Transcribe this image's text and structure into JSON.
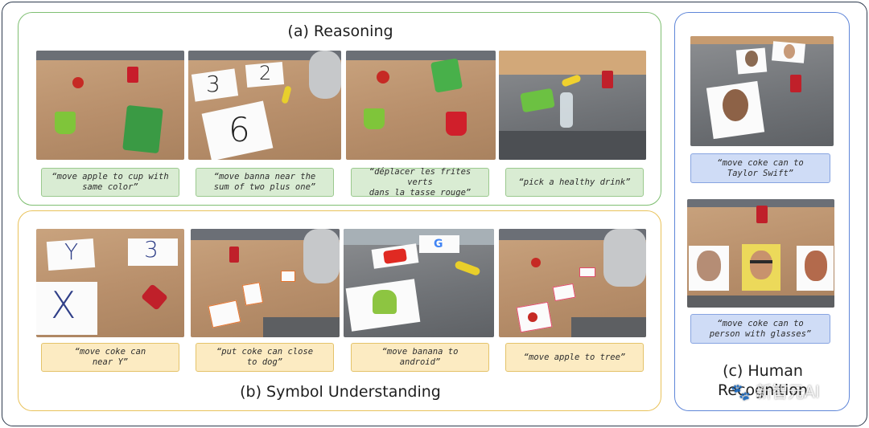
{
  "panels": {
    "reasoning": {
      "title": "(a) Reasoning",
      "captions": [
        "“move apple to cup with\nsame color”",
        "“move banna near the\nsum of two plus one”",
        "“déplacer les frites verts\ndans la tasse rouge”",
        "“pick a healthy drink”"
      ]
    },
    "symbol": {
      "title": "(b) Symbol Understanding",
      "captions": [
        "“move coke can\nnear Y”",
        "“put coke can close\nto dog”",
        "“move banana to\nandroid”",
        "“move apple to tree”"
      ]
    },
    "human": {
      "title": "(c) Human\nRecognition",
      "captions": [
        "“move coke can to\nTaylor Swift”",
        "“move coke can to\nperson with glasses”"
      ]
    }
  },
  "photo_text": {
    "card_3": "3",
    "card_2": "2",
    "card_6": "6",
    "card_y": "Y",
    "card_3b": "3",
    "card_x": "X"
  },
  "watermark": "🐾 新智元AI",
  "colors": {
    "reasoning_border": "#7fbf72",
    "symbol_border": "#e9c25a",
    "human_border": "#5f86d8"
  }
}
